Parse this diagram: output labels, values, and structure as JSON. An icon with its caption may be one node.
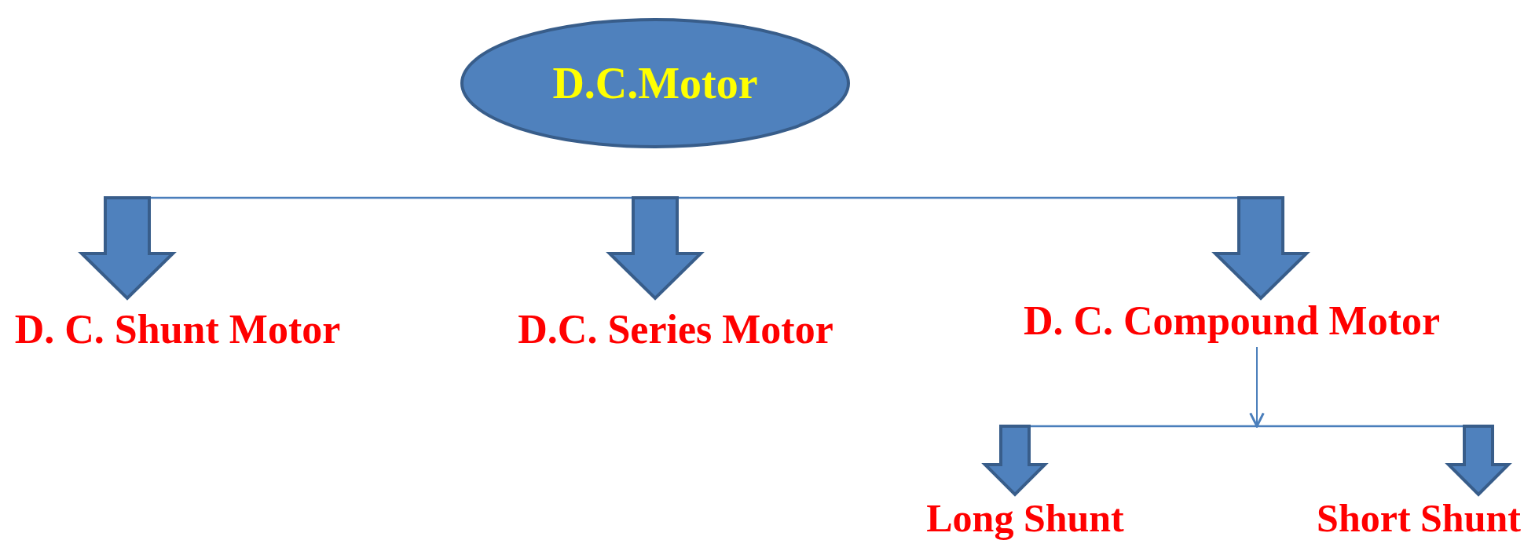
{
  "diagram": {
    "nodes": [
      {
        "text": [
          "D.C.Motor"
        ]
      },
      {
        "text": [
          "D. C. Shunt Motor"
        ]
      },
      {
        "text": [
          "D.C. Series Motor"
        ]
      },
      {
        "text": [
          "D. C. Compound Motor"
        ]
      },
      {
        "text": [
          "Long Shunt"
        ]
      },
      {
        "text": [
          "Short Shunt"
        ]
      }
    ],
    "edges": [
      {
        "from": null,
        "to": 1,
        "arrow": "to",
        "style": "thick"
      },
      {
        "from": null,
        "to": 2,
        "arrow": "to",
        "style": "thick"
      },
      {
        "from": null,
        "to": 3,
        "arrow": "to",
        "style": "thick"
      },
      {
        "from": 3,
        "to": null,
        "arrow": "to"
      },
      {
        "from": null,
        "to": 4,
        "arrow": "to",
        "style": "thick"
      },
      {
        "from": null,
        "to": 5,
        "arrow": "to",
        "style": "thick"
      }
    ]
  }
}
